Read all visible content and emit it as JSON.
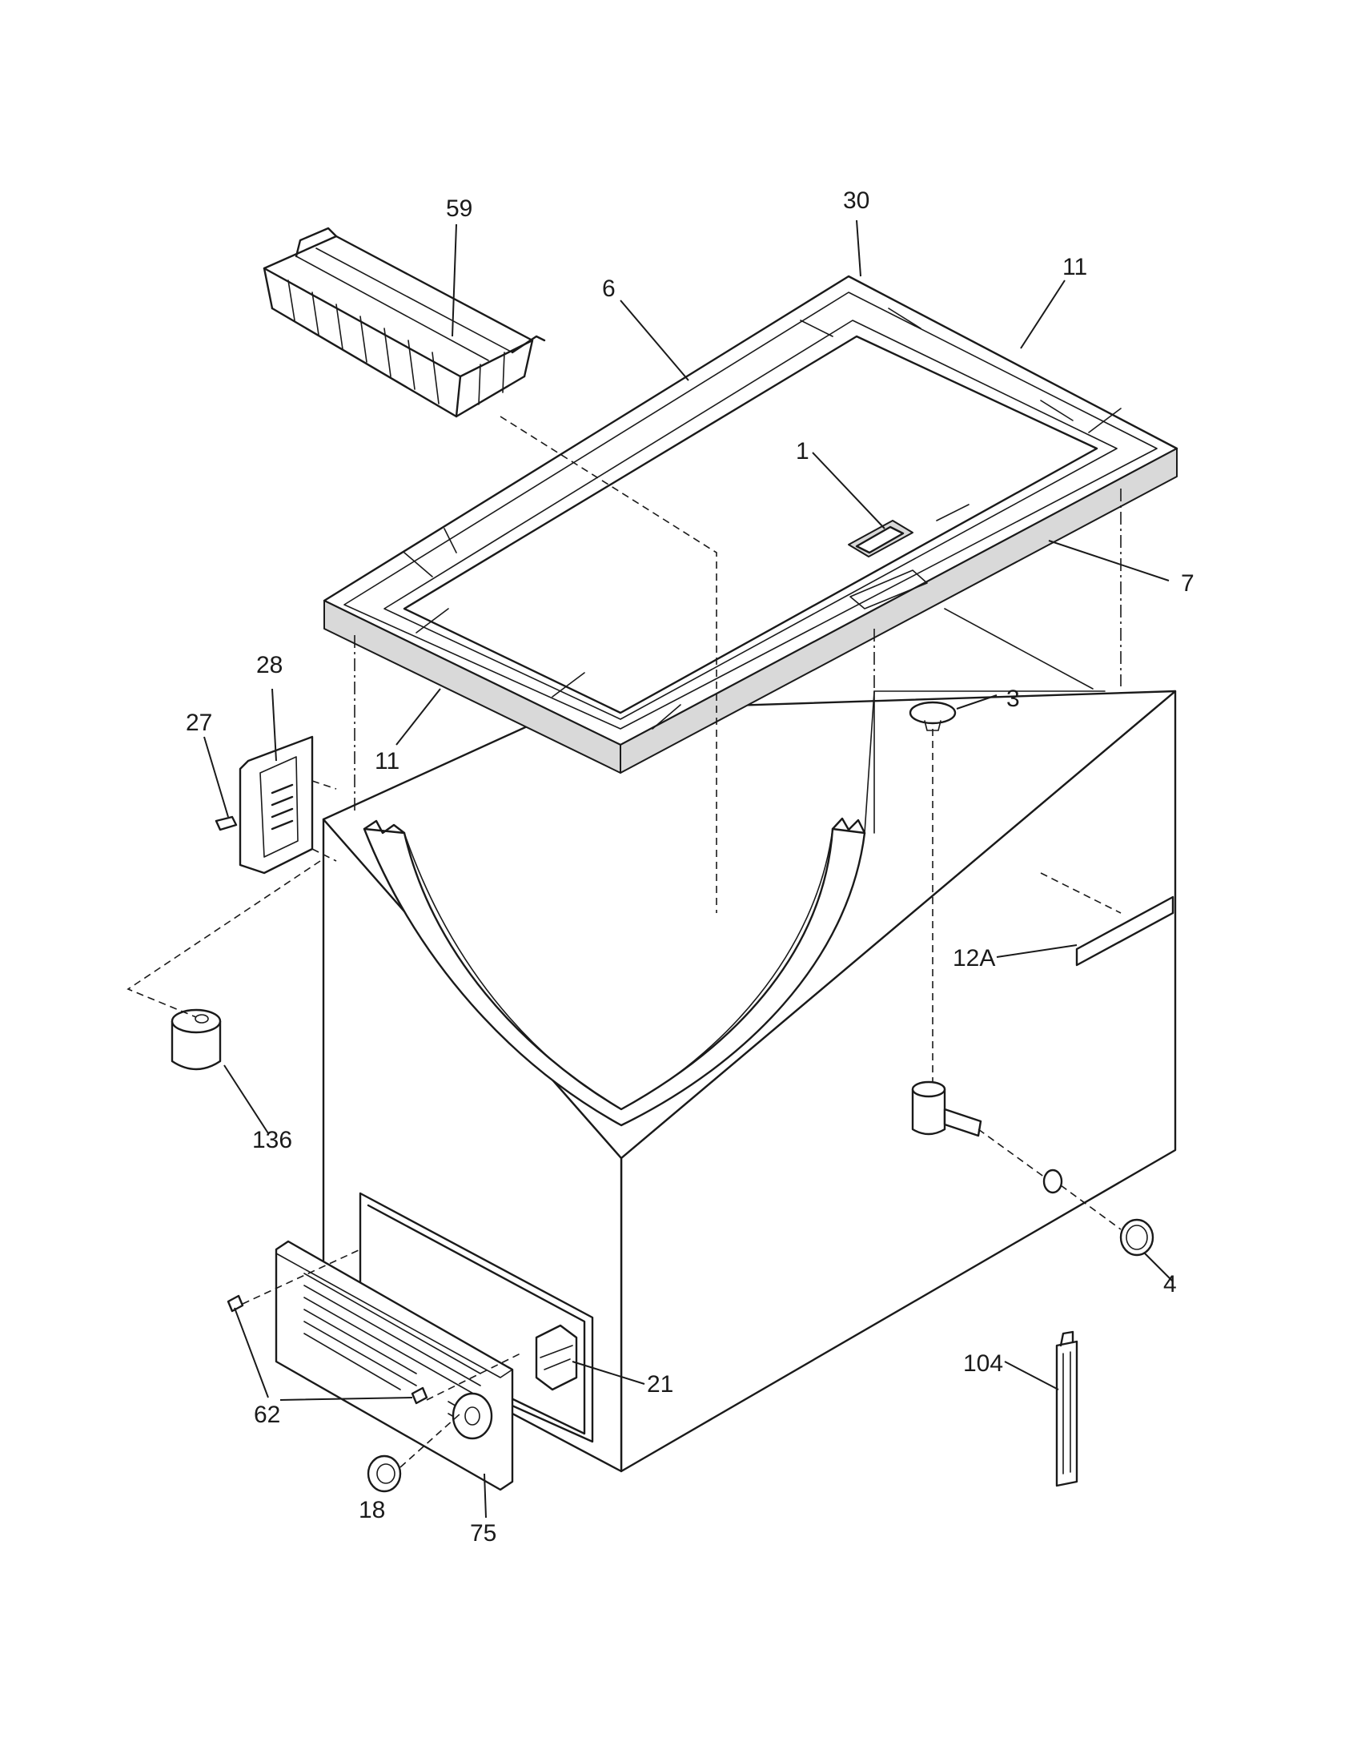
{
  "labels": {
    "l1": "1",
    "l3": "3",
    "l4": "4",
    "l6": "6",
    "l7": "7",
    "l11a": "11",
    "l11b": "11",
    "l12a": "12A",
    "l18": "18",
    "l21": "21",
    "l27": "27",
    "l28": "28",
    "l30": "30",
    "l59": "59",
    "l62": "62",
    "l75": "75",
    "l104": "104",
    "l136": "136"
  }
}
